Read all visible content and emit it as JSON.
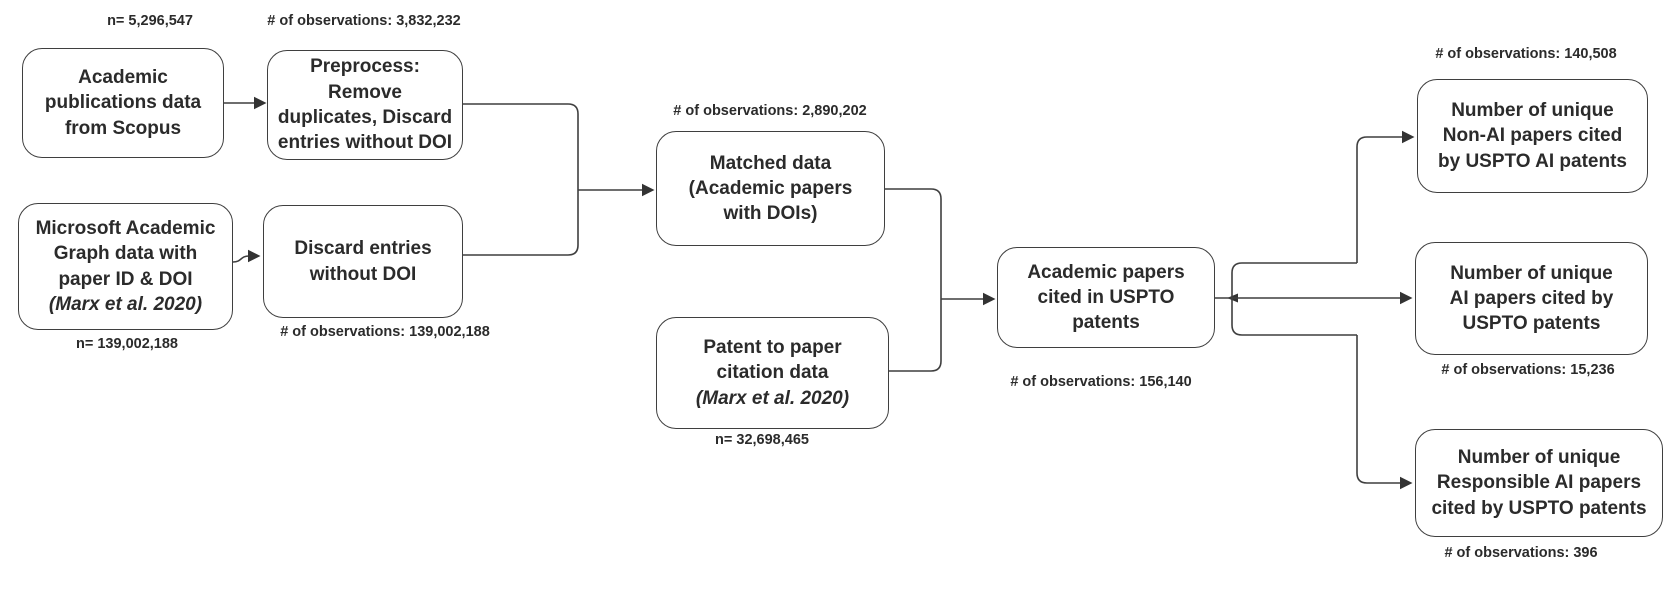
{
  "diagram": {
    "title": "Data construction flowchart: academic papers cited in USPTO patents",
    "colors": {
      "background": "#ffffff",
      "text": "#2b2b2b",
      "box_border": "#3f3f3f",
      "connector": "#3f3f3f"
    },
    "boxes": {
      "scopus": {
        "text": "Academic\npublications data\nfrom Scopus",
        "annotation": "n= 5,296,547",
        "annotation_position": "above"
      },
      "preprocess": {
        "text": "Preprocess: Remove\nduplicates, Discard\nentries without DOI",
        "annotation": "# of observations: 3,832,232",
        "annotation_position": "above"
      },
      "mag": {
        "text": "Microsoft Academic\nGraph data with\npaper ID & DOI",
        "citation": "(Marx et al. 2020)",
        "annotation": "n= 139,002,188",
        "annotation_position": "below"
      },
      "discard": {
        "text": "Discard entries\nwithout DOI",
        "annotation": "# of observations: 139,002,188",
        "annotation_position": "below"
      },
      "matched": {
        "text": "Matched data\n(Academic papers\nwith DOIs)",
        "annotation": "# of observations: 2,890,202",
        "annotation_position": "above"
      },
      "patent_citation": {
        "text": "Patent to paper\ncitation data",
        "citation": "(Marx et al. 2020)",
        "annotation": "n= 32,698,465",
        "annotation_position": "below"
      },
      "cited": {
        "text": "Academic papers\ncited in USPTO\npatents",
        "annotation": "# of observations: 156,140",
        "annotation_position": "below"
      },
      "non_ai": {
        "text": "Number of unique\nNon-AI papers cited\nby USPTO AI patents",
        "annotation": "# of observations: 140,508",
        "annotation_position": "above"
      },
      "ai": {
        "text": "Number of unique\nAI papers cited by\nUSPTO patents",
        "annotation": "# of observations: 15,236",
        "annotation_position": "below"
      },
      "responsible_ai": {
        "text": "Number of unique\nResponsible AI papers\ncited by USPTO patents",
        "annotation": "# of observations: 396",
        "annotation_position": "below"
      }
    },
    "edges": [
      {
        "from": "scopus",
        "to": "preprocess"
      },
      {
        "from": "mag",
        "to": "discard"
      },
      {
        "from": "preprocess",
        "to": "matched"
      },
      {
        "from": "discard",
        "to": "matched"
      },
      {
        "from": "matched",
        "to": "cited"
      },
      {
        "from": "patent_citation",
        "to": "cited"
      },
      {
        "from": "cited",
        "to": "non_ai"
      },
      {
        "from": "cited",
        "to": "ai"
      },
      {
        "from": "cited",
        "to": "responsible_ai"
      }
    ]
  }
}
